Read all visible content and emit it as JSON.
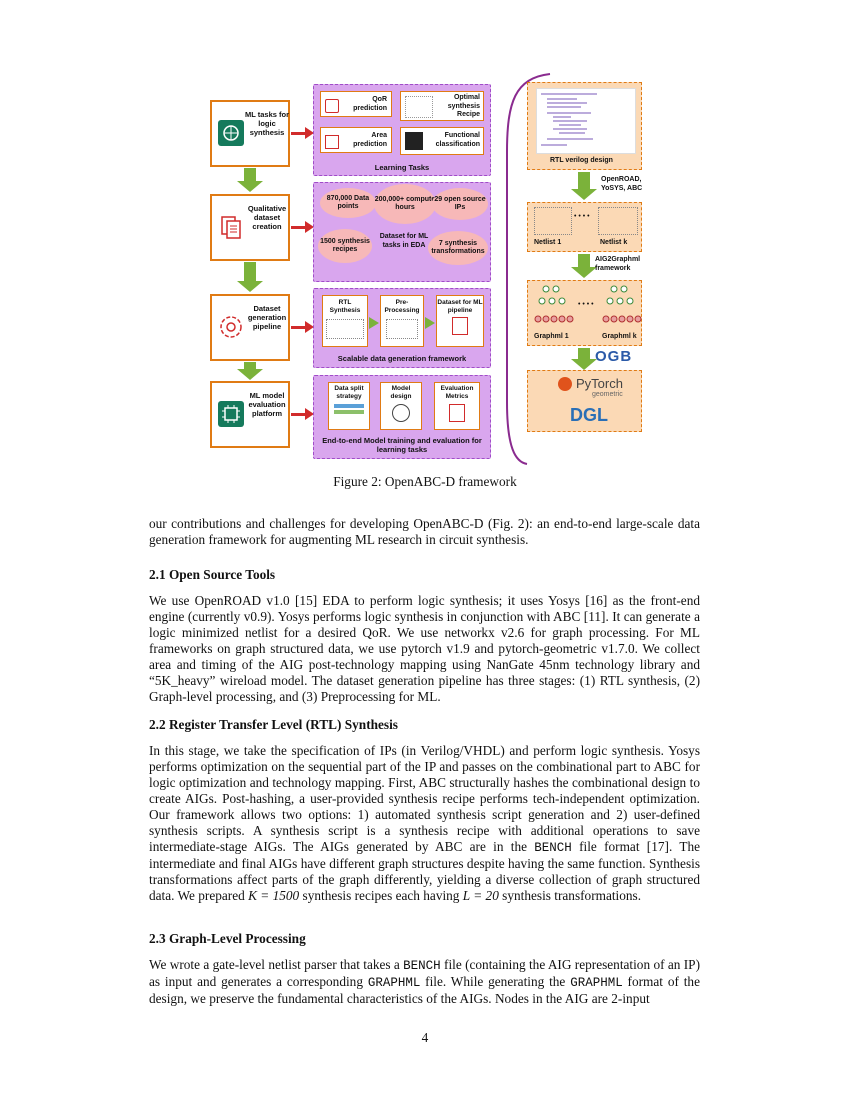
{
  "figure": {
    "left_boxes": [
      {
        "label": "ML tasks for logic synthesis",
        "icon": "brain-chip-icon"
      },
      {
        "label": "Qualitative dataset creation",
        "icon": "documents-icon"
      },
      {
        "label": "Dataset generation pipeline",
        "icon": "gear-cycle-icon"
      },
      {
        "label": "ML model evaluation platform",
        "icon": "ai-chip-icon"
      }
    ],
    "learning_tasks": {
      "title": "Learning Tasks",
      "items": [
        "QoR prediction",
        "Optimal synthesis Recipe",
        "Area prediction",
        "Functional classification"
      ]
    },
    "dataset_stats": {
      "center": "Dataset for ML tasks in EDA",
      "bubbles": [
        "870,000 Data points",
        "200,000+ compute hours",
        "29 open source IPs",
        "1500 synthesis recipes",
        "7 synthesis transformations"
      ]
    },
    "pipeline": {
      "title": "Scalable data generation framework",
      "steps": [
        "RTL Synthesis",
        "Pre-Processing",
        "Dataset for ML pipeline"
      ]
    },
    "evaluation": {
      "title": "End-to-end Model training and evaluation for learning tasks",
      "steps": [
        "Data split strategy",
        "Model design",
        "Evaluation Metrics"
      ]
    },
    "right_flow": {
      "rtl_label": "RTL verilog design",
      "tools_label": "OpenROAD, YoSYS, ABC",
      "netlist_1": "Netlist 1",
      "netlist_k": "Netlist k",
      "converter_label": "AIG2Graphml framework",
      "graphml_1": "Graphml 1",
      "graphml_k": "Graphml k",
      "dots": "• • • •",
      "ogb": "OGB",
      "pytorch": "PyTorch",
      "geometric": "geometric",
      "dgl": "DGL"
    },
    "caption": "Figure 2: OpenABC-D framework"
  },
  "text": {
    "intro": "our contributions and challenges for developing OpenABC-D (Fig. 2): an end-to-end large-scale data generation framework for augmenting ML research in circuit synthesis.",
    "s21_heading": "2.1    Open Source Tools",
    "s21_body": "We use OpenROAD v1.0 [15] EDA to perform logic synthesis; it uses Yosys [16] as the front-end engine (currently v0.9). Yosys performs logic synthesis in conjunction with ABC [11]. It can generate a logic minimized netlist for a desired QoR. We use networkx v2.6 for graph processing. For ML frameworks on graph structured data, we use pytorch v1.9 and pytorch-geometric v1.7.0. We collect area and timing of the AIG post-technology mapping using NanGate 45nm technology library and “5K_heavy” wireload model. The dataset generation pipeline has three stages: (1) RTL synthesis, (2) Graph-level processing, and (3) Preprocessing for ML.",
    "s22_heading": "2.2    Register Transfer Level (RTL) Synthesis",
    "s22_body_a": "In this stage, we take the specification of IPs (in Verilog/VHDL) and perform logic synthesis. Yosys performs optimization on the sequential part of the IP and passes on the combinational part to ABC for logic optimization and technology mapping. First, ABC structurally hashes the combinational design to create AIGs. Post-hashing, a user-provided synthesis recipe performs tech-independent optimization. Our framework allows two options: 1) automated synthesis script generation and 2) user-defined synthesis scripts. A synthesis script is a synthesis recipe with additional operations to save intermediate-stage AIGs. The AIGs generated by ABC are in the ",
    "s22_bench": "BENCH",
    "s22_body_b": " file format [17]. The intermediate and final AIGs have different graph structures despite having the same function. Synthesis transformations affect parts of the graph differently, yielding a diverse collection of graph structured data. We prepared ",
    "s22_k": "K = 1500",
    "s22_body_c": " synthesis recipes each having ",
    "s22_l": "L = 20",
    "s22_body_d": " synthesis transformations.",
    "s23_heading": "2.3    Graph-Level Processing",
    "s23_a": "We wrote a gate-level netlist parser that takes a ",
    "s23_bench": "BENCH",
    "s23_b": " file (containing the AIG representation of an IP) as input and generates a corresponding ",
    "s23_graphml1": "GRAPHML",
    "s23_c": " file. While generating the ",
    "s23_graphml2": "GRAPHML",
    "s23_d": " format of the design, we preserve the fundamental characteristics of the AIGs. Nodes in the AIG are 2-input",
    "page_number": "4"
  },
  "colors": {
    "orange": "#e07b14",
    "purple_panel": "#d9a6ee",
    "red_arrow": "#d12b2b",
    "green_arrow": "#7bb23a",
    "bubble": "#f7b8b8",
    "peach": "#fbd9b5"
  }
}
